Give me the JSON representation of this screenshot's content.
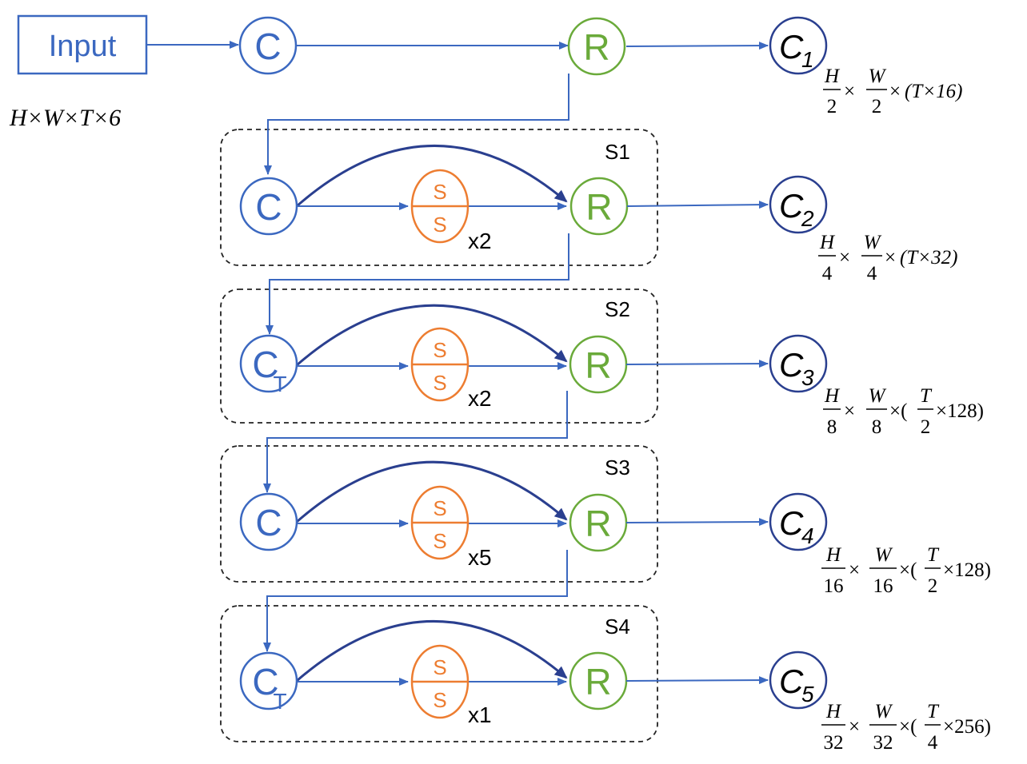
{
  "input_label": "Input",
  "input_shape": "H×W×T×6",
  "conv_label": "C",
  "conv_t_label": "C",
  "conv_t_sub": "T",
  "res_label": "R",
  "ss_top": "S",
  "ss_bottom": "S",
  "outputs": [
    {
      "label": "C",
      "sub": "1",
      "dims": {
        "h": [
          "H",
          "2"
        ],
        "w": [
          "W",
          "2"
        ],
        "t": "(T×16)"
      }
    },
    {
      "label": "C",
      "sub": "2",
      "dims": {
        "h": [
          "H",
          "4"
        ],
        "w": [
          "W",
          "4"
        ],
        "t": "(T×32)"
      }
    },
    {
      "label": "C",
      "sub": "3",
      "dims": {
        "h": [
          "H",
          "8"
        ],
        "w": [
          "W",
          "8"
        ],
        "t_frac": [
          "T",
          "2"
        ],
        "t_rest": "×128)"
      }
    },
    {
      "label": "C",
      "sub": "4",
      "dims": {
        "h": [
          "H",
          "16"
        ],
        "w": [
          "W",
          "16"
        ],
        "t_frac": [
          "T",
          "2"
        ],
        "t_rest": "×128)"
      }
    },
    {
      "label": "C",
      "sub": "5",
      "dims": {
        "h": [
          "H",
          "32"
        ],
        "w": [
          "W",
          "32"
        ],
        "t_frac": [
          "T",
          "4"
        ],
        "t_rest": "×256)"
      }
    }
  ],
  "stages": [
    {
      "name": "S1",
      "repeat": "x2",
      "conv_type": "C"
    },
    {
      "name": "S2",
      "repeat": "x2",
      "conv_type": "CT"
    },
    {
      "name": "S3",
      "repeat": "x5",
      "conv_type": "C"
    },
    {
      "name": "S4",
      "repeat": "x1",
      "conv_type": "CT"
    }
  ],
  "colors": {
    "blue": "#3b68c0",
    "dark_blue": "#2a3f8f",
    "green": "#6aaa3a",
    "orange": "#ed7d31",
    "black": "#000000"
  }
}
